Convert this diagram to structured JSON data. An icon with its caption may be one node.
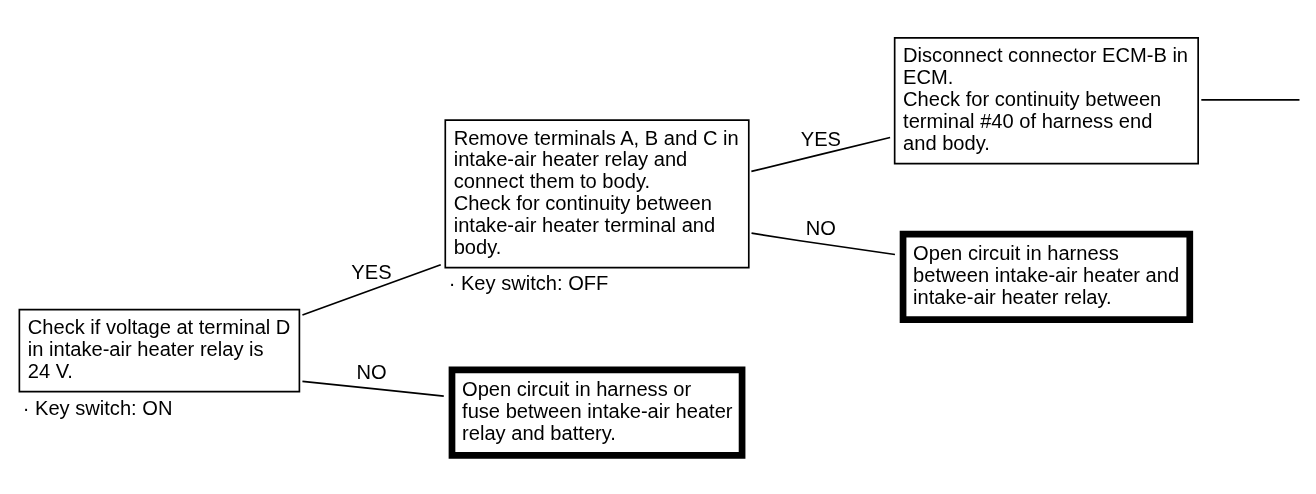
{
  "diagram": {
    "nodes": [
      {
        "text": [
          "Check if voltage at terminal D in intake-air heater relay is 24 V."
        ],
        "beside": [
          "· Key switch: ON"
        ]
      },
      {
        "text": [
          "Remove terminals A, B and C in intake-air heater relay and connect them to body.",
          "Check for continuity between intake-air heater terminal and body."
        ],
        "beside": [
          "· Key switch: OFF"
        ]
      },
      {
        "text": [
          "Disconnect connector ECM-B in ECM.",
          "Check for continuity between terminal #40 of harness end and body."
        ]
      },
      {
        "text": [
          "Open circuit in harness between intake-air heater and intake-air heater relay."
        ]
      },
      {
        "text": [
          "Open circuit in harness or fuse between intake-air heater relay and battery."
        ]
      }
    ],
    "edges": [
      {
        "from": 0,
        "to": 1,
        "arrow": "none",
        "label": "YES"
      },
      {
        "from": 0,
        "to": 4,
        "arrow": "none",
        "label": "NO"
      },
      {
        "from": 1,
        "to": 2,
        "arrow": "none",
        "label": "YES"
      },
      {
        "from": 1,
        "to": 3,
        "arrow": "none",
        "label": "NO"
      },
      {
        "from": 2,
        "to": null,
        "arrow": "none"
      }
    ]
  }
}
